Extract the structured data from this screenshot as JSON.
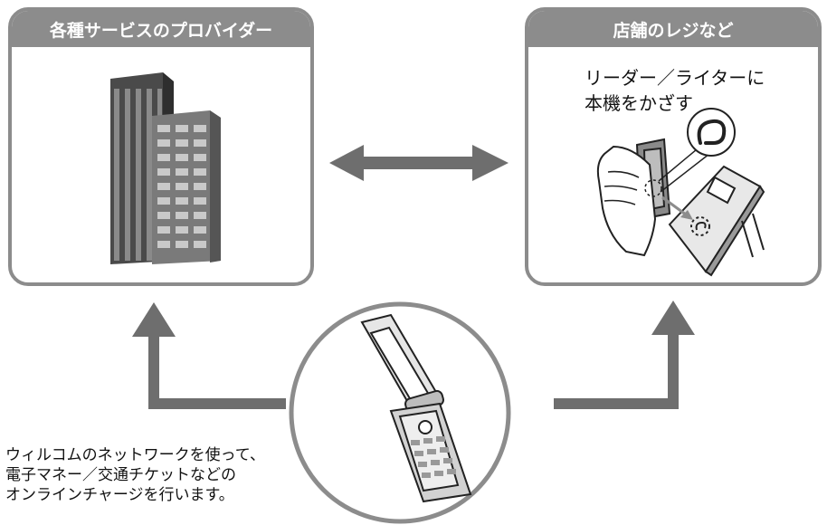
{
  "provider_box": {
    "title": "各種サービスのプロバイダー"
  },
  "store_box": {
    "title": "店舗のレジなど",
    "instruction": "リーダー／ライターに\n本機をかざす"
  },
  "caption": "ウィルコムのネットワークを使って、\n電子マネー／交通チケットなどの\nオンラインチャージを行います。",
  "colors": {
    "frame": "#8c8c8c",
    "arrow": "#6e6e6e",
    "building_dark": "#4a4a4a",
    "building_mid": "#7a7a7a"
  },
  "icons": [
    "building-icon",
    "hand-phone-reader-icon",
    "flip-phone-icon",
    "felica-mark-icon",
    "double-arrow-icon",
    "up-arrow-icon"
  ]
}
